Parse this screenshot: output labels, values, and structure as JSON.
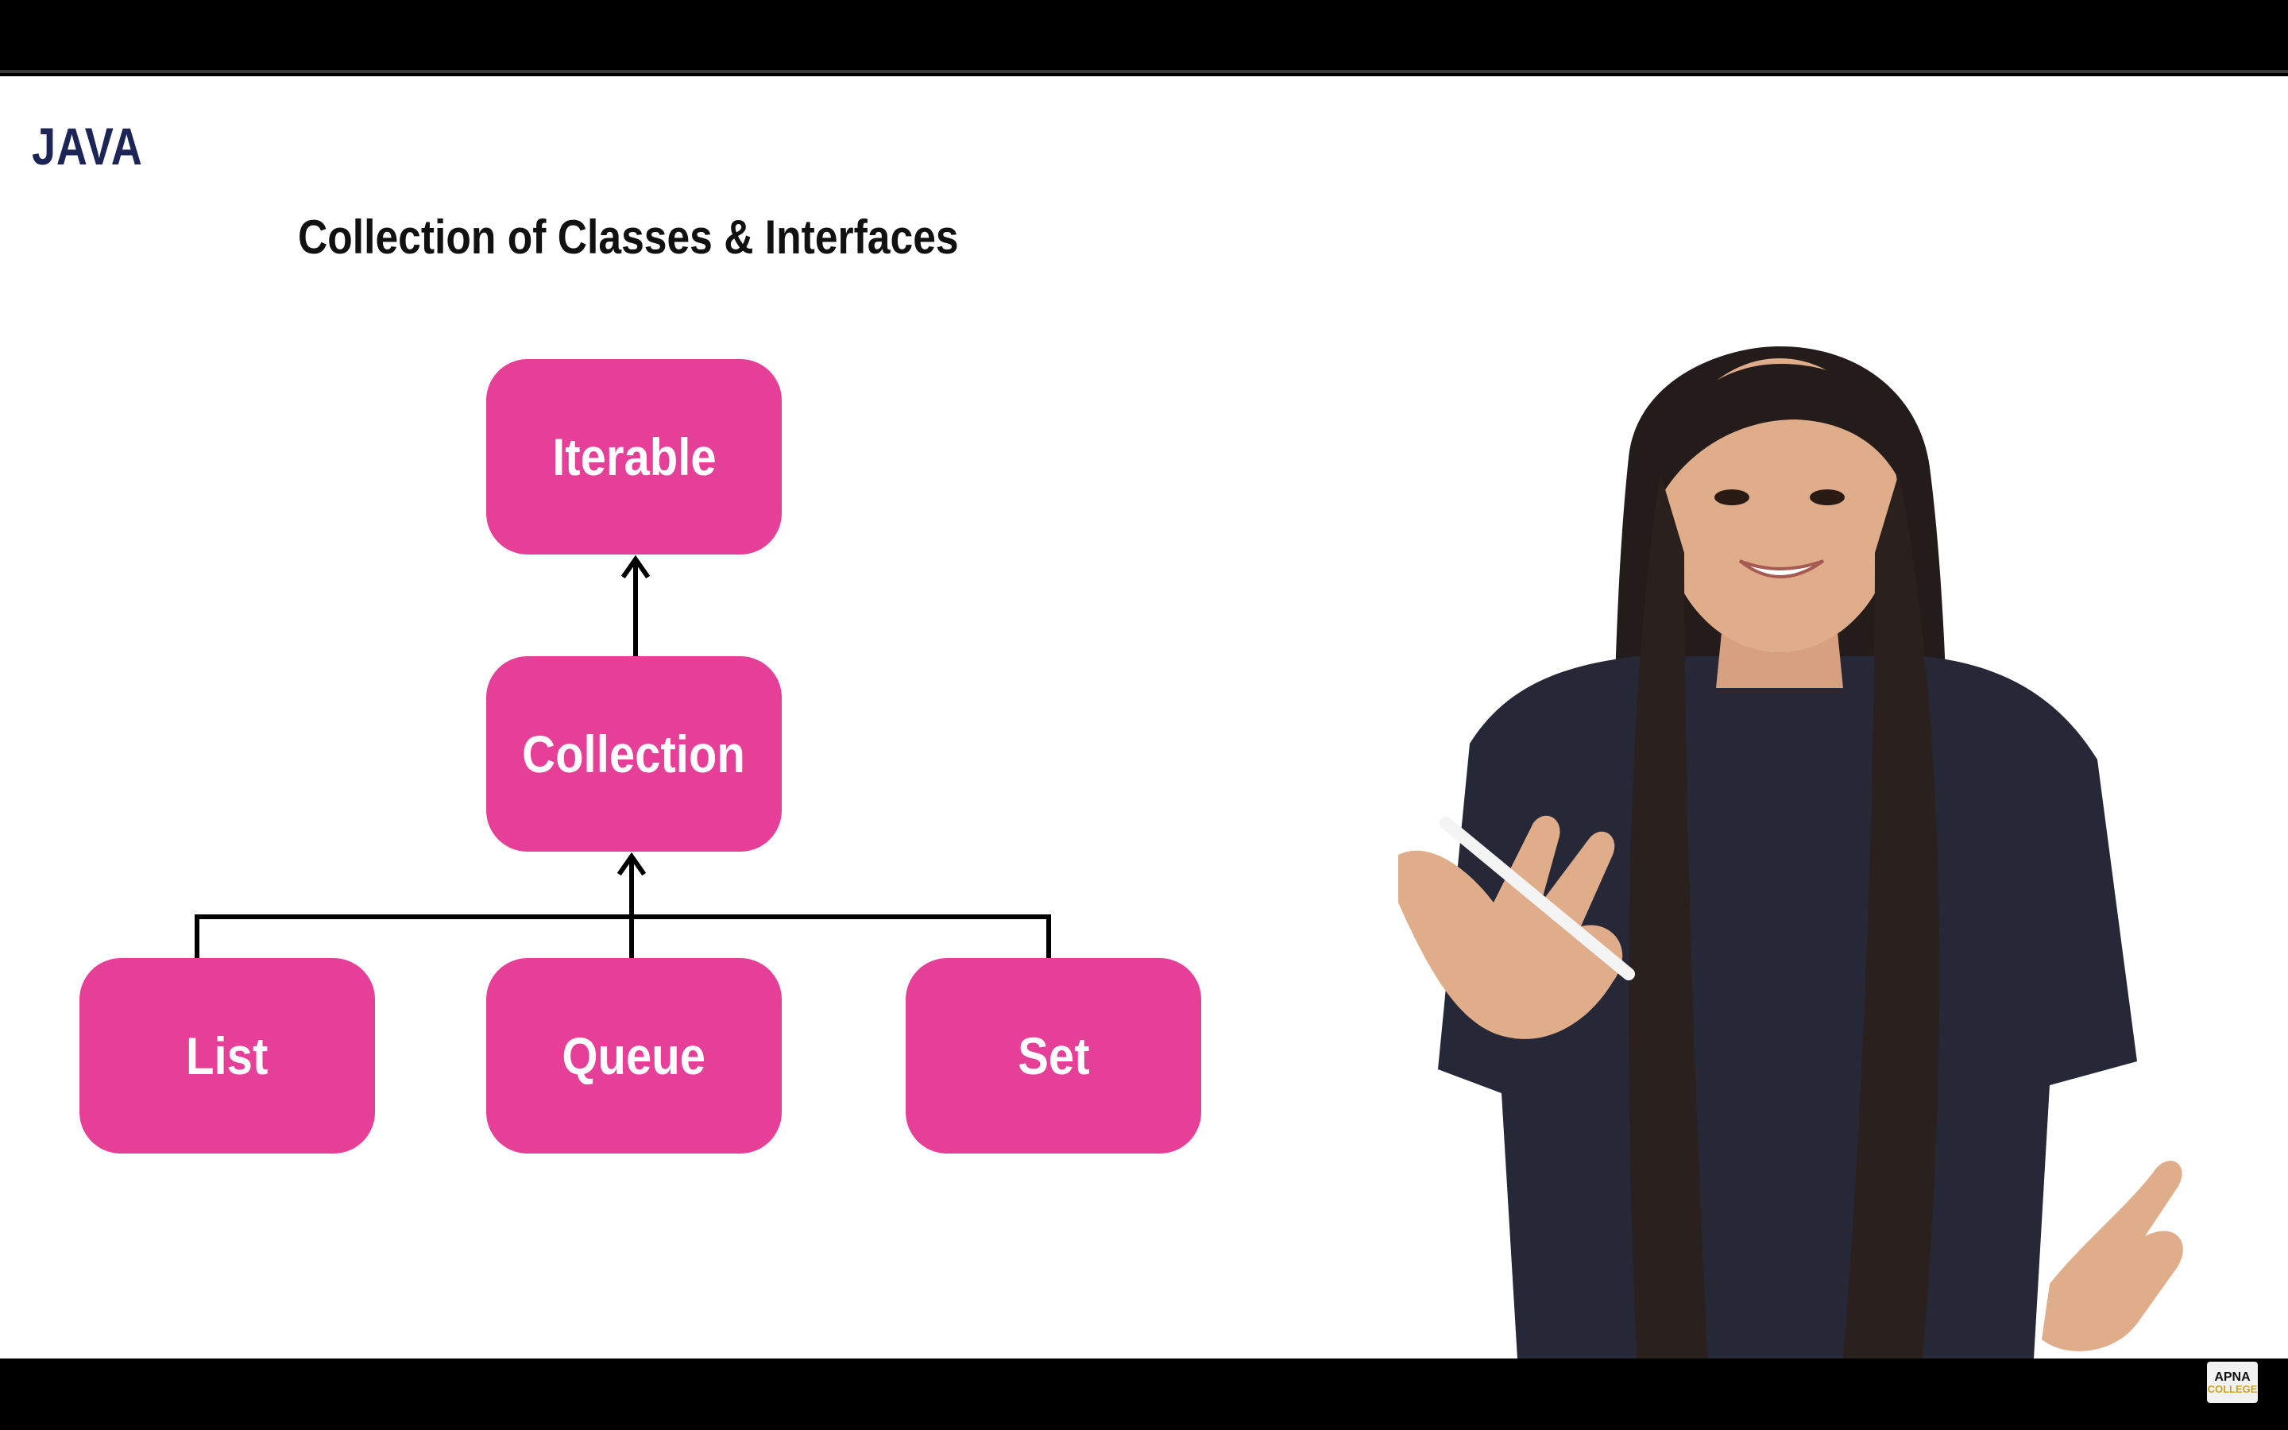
{
  "slide": {
    "brand": "JAVA",
    "title": "Collection of Classes & Interfaces"
  },
  "diagram": {
    "nodes": {
      "iterable": "Iterable",
      "collection": "Collection",
      "list": "List",
      "queue": "Queue",
      "set": "Set"
    },
    "edges": [
      {
        "from": "collection",
        "to": "iterable"
      },
      {
        "from": "list",
        "to": "collection"
      },
      {
        "from": "queue",
        "to": "collection"
      },
      {
        "from": "set",
        "to": "collection"
      }
    ]
  },
  "channel": {
    "logo_line1": "APNA",
    "logo_line2": "COLLEGE"
  },
  "colors": {
    "node_fill": "#e53f97",
    "brand_text": "#1c2556",
    "letterbox": "#000000"
  }
}
